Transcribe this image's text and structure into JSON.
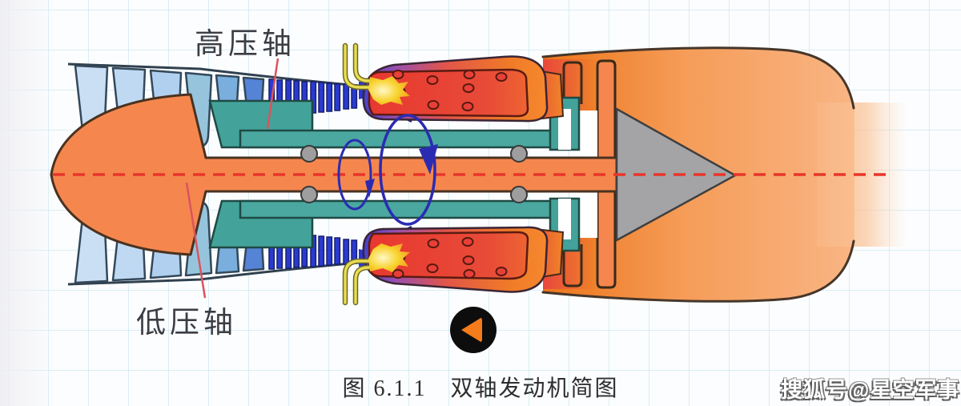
{
  "page": {
    "background": "#fcfdfe",
    "grid_color": "#afdceb"
  },
  "diagram": {
    "caption": "图 6.1.1　双轴发动机简图",
    "label_high_pressure_shaft": "高压轴",
    "label_low_pressure_shaft": "低压轴",
    "watermark": "搜狐号@星空军事",
    "icons": {
      "play_button": "left-pointing-triangle-in-black-circle"
    },
    "colors": {
      "lp_spool_orange": "#f5874e",
      "hp_spool_teal": "#43a39a",
      "fan_blade_blue": "#c3d9f2",
      "hp_compressor_blue": "#2a3ad0",
      "combustor_red": "#e8453c",
      "flame_yellow": "#f8d22c",
      "fuel_line_yellow": "#e8dd50",
      "exhaust_orange": "#ee7c20",
      "tail_cone_gray": "#a4a4a6",
      "centerline_red": "#e8352a",
      "rotation_arrow_blue": "#2b2bb2",
      "leader_line_pink": "#d9545e",
      "play_triangle_orange": "#f57c1b"
    }
  }
}
